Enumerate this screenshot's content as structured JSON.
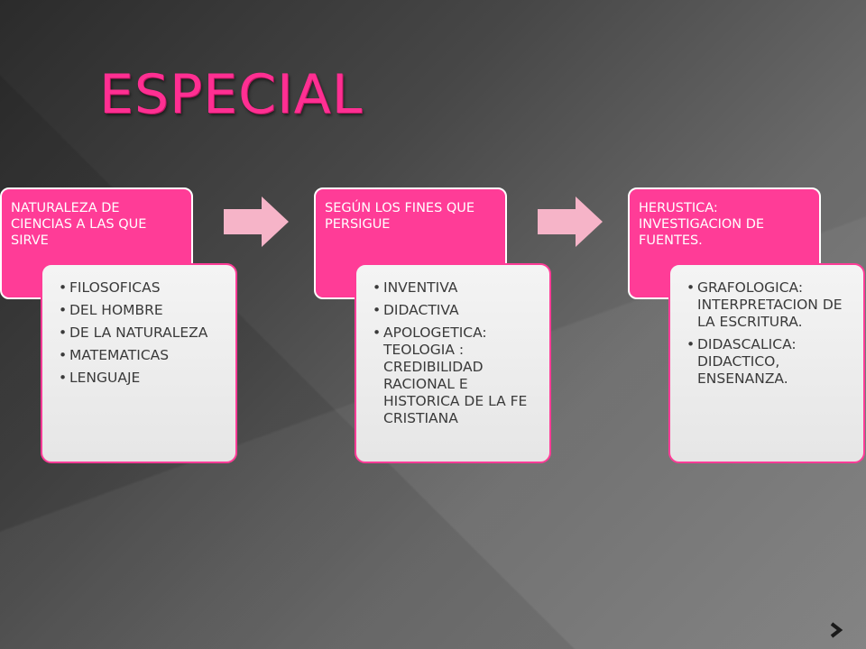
{
  "slide": {
    "title": "ESPECIAL"
  },
  "colors": {
    "accent": "#ff3c97",
    "arrow": "#f6b4c8",
    "card_bg": "#eeeeee"
  },
  "flow": [
    {
      "header": "NATURALEZA DE CIENCIAS A LAS QUE SIRVE",
      "items": [
        "FILOSOFICAS",
        "DEL HOMBRE",
        "DE LA NATURALEZA",
        "MATEMATICAS",
        "LENGUAJE"
      ]
    },
    {
      "header": "SEGÚN LOS FINES QUE PERSIGUE",
      "items": [
        "INVENTIVA",
        "DIDACTIVA",
        "APOLOGETICA: TEOLOGIA : CREDIBILIDAD RACIONAL E HISTORICA DE LA FE CRISTIANA"
      ]
    },
    {
      "header": "HERUSTICA: INVESTIGACION DE FUENTES.",
      "items": [
        "GRAFOLOGICA: INTERPRETACION DE LA ESCRITURA.",
        "DIDASCALICA: DIDACTICO, ENSENANZA."
      ]
    }
  ]
}
